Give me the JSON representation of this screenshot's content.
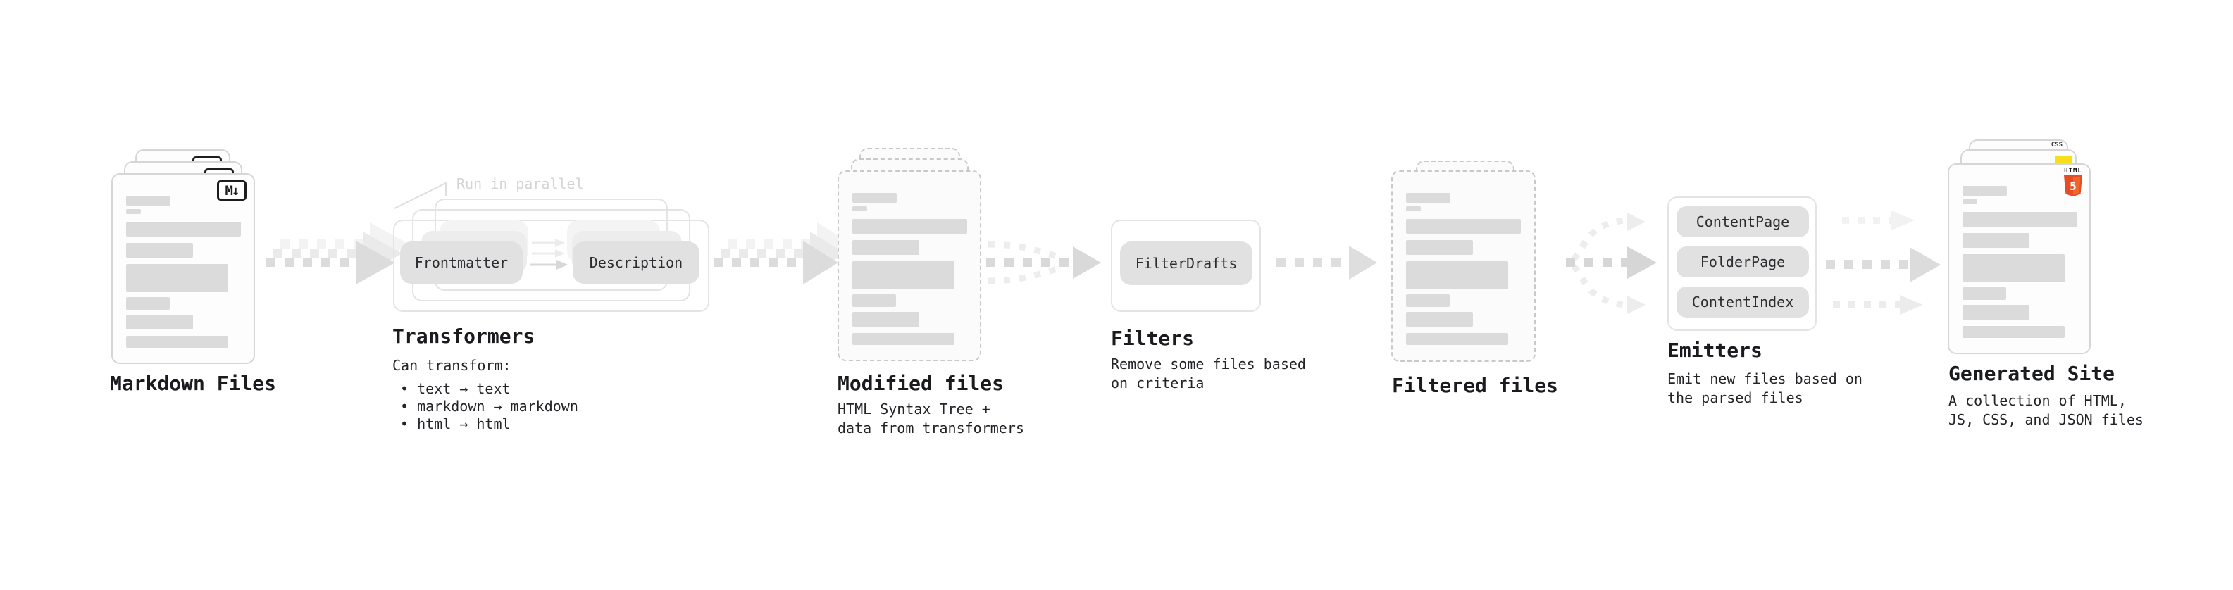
{
  "pipeline": {
    "stages": {
      "markdown_files": {
        "title": "Markdown Files",
        "badge": "M↓"
      },
      "transformers": {
        "title": "Transformers",
        "annotation": "Run in parallel",
        "pills": {
          "a": "Frontmatter",
          "b": "Description"
        },
        "desc": {
          "intro": "Can transform:",
          "bullet_1": "• text → text",
          "bullet_2": "• markdown → markdown",
          "bullet_3": "• html → html"
        }
      },
      "modified_files": {
        "title": "Modified files",
        "desc": {
          "line_1": "HTML Syntax Tree +",
          "line_2": "data from transformers"
        }
      },
      "filters": {
        "title": "Filters",
        "pill": "FilterDrafts",
        "desc": {
          "line_1": "Remove some files based",
          "line_2": "on criteria"
        }
      },
      "filtered_files": {
        "title": "Filtered files"
      },
      "emitters": {
        "title": "Emitters",
        "pills": {
          "a": "ContentPage",
          "b": "FolderPage",
          "c": "ContentIndex"
        },
        "desc": {
          "line_1": "Emit new files based on",
          "line_2": "the parsed files"
        }
      },
      "generated_site": {
        "title": "Generated Site",
        "desc": {
          "line_1": "A collection of HTML,",
          "line_2": "JS, CSS, and JSON files"
        },
        "icons": {
          "html5_label": "HTML",
          "html5_number": "5",
          "css_label": "CSS"
        }
      }
    },
    "colors": {
      "markdown_badge": "#1c1c1e",
      "html5_orange": "#e44d26",
      "html5_orange_light": "#f16529",
      "js_yellow": "#f7df1e",
      "css_blue": "#2965f1",
      "card_border": "#d6d6d6",
      "dashed_border": "#c9c9c9",
      "bar_fill": "#dbdbdb",
      "pill_fill": "#e1e1e1",
      "arrow_main": "#dcdcdc",
      "arrow_ghost": "#ededed",
      "annotation_text": "#d4d4d4",
      "heading_text": "#1a1b1e"
    }
  }
}
